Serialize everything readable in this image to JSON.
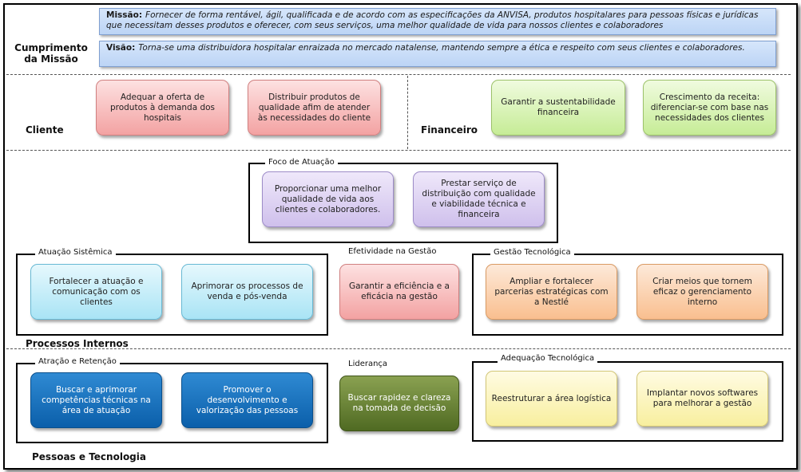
{
  "header": {
    "title": "Cumprimento da Missão",
    "missao_label": "Missão:",
    "missao_text": "Fornecer de forma rentável, ágil, qualificada e de acordo com as especificações da ANVISA, produtos hospitalares para pessoas físicas e jurídicas que necessitam desses produtos e oferecer, com seus serviços, uma melhor qualidade de vida para nossos clientes e colaboradores",
    "visao_label": "Visão:",
    "visao_text": "Torna-se uma distribuidora hospitalar enraizada no mercado natalense, mantendo sempre a ética e respeito com seus clientes e colaboradores."
  },
  "cliente": {
    "label": "Cliente",
    "boxes": [
      "Adequar a oferta de produtos à demanda dos hospitais",
      "Distribuir produtos de qualidade afim de atender às necessidades do cliente"
    ]
  },
  "financeiro": {
    "label": "Financeiro",
    "boxes": [
      "Garantir a sustentabilidade financeira",
      "Crescimento da receita: diferenciar-se com base nas necessidades dos clientes"
    ]
  },
  "foco": {
    "title": "Foco de Atuação",
    "boxes": [
      "Proporcionar uma melhor qualidade de vida aos clientes e colaboradores.",
      "Prestar serviço de distribuição com qualidade e viabilidade técnica e financeira"
    ]
  },
  "processos": {
    "label": "Processos Internos",
    "atuacao": {
      "title": "Atuação Sistêmica",
      "boxes": [
        "Fortalecer a atuação e comunicação com os clientes",
        "Aprimorar os processos de venda e pós-venda"
      ]
    },
    "efetividade": {
      "title": "Efetividade na Gestão",
      "boxes": [
        "Garantir a eficiência e a eficácia na gestão"
      ]
    },
    "gestao_tec": {
      "title": "Gestão Tecnológica",
      "boxes": [
        "Ampliar e fortalecer parcerias estratégicas com a Nestlé",
        "Criar meios que tornem eficaz o gerenciamento interno"
      ]
    }
  },
  "pessoas": {
    "label": "Pessoas e Tecnologia",
    "atracao": {
      "title": "Atração e Retenção",
      "boxes": [
        "Buscar e aprimorar competências técnicas na área de atuação",
        "Promover o desenvolvimento e valorização das pessoas"
      ]
    },
    "lideranca": {
      "title": "Liderança",
      "boxes": [
        "Buscar rapidez e clareza na tomada de decisão"
      ]
    },
    "adequacao": {
      "title": "Adequação Tecnológica",
      "boxes": [
        "Reestruturar a área logística",
        "Implantar novos softwares para melhorar a gestão"
      ]
    }
  }
}
